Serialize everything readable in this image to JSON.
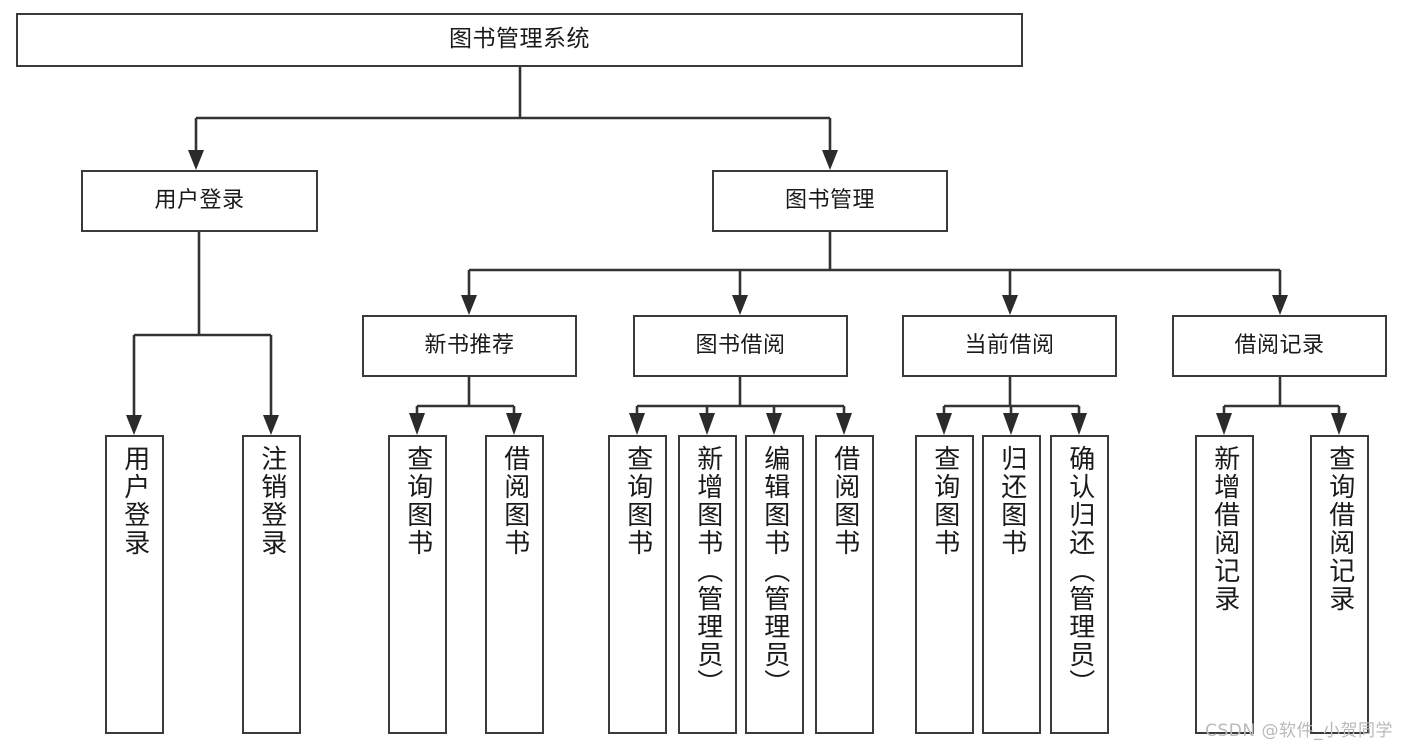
{
  "diagram": {
    "title": "图书管理系统",
    "type": "tree",
    "orientation": "top-down",
    "colors": {
      "box_border": "#3a3a3a",
      "box_fill": "#ffffff",
      "connector": "#333333",
      "text": "#1a1a1a",
      "background": "#ffffff",
      "watermark": "#b9b9b9"
    },
    "watermark": "CSDN @软件_小贺同学"
  },
  "nodes": {
    "root": {
      "label": "图书管理系统",
      "level": 1
    },
    "level2": [
      {
        "id": "user-login",
        "label": "用户登录"
      },
      {
        "id": "book-manage",
        "label": "图书管理"
      }
    ],
    "level3": [
      {
        "id": "new-book-recommend",
        "label": "新书推荐",
        "parent": "book-manage"
      },
      {
        "id": "book-borrow",
        "label": "图书借阅",
        "parent": "book-manage"
      },
      {
        "id": "current-borrow",
        "label": "当前借阅",
        "parent": "book-manage"
      },
      {
        "id": "borrow-record",
        "label": "借阅记录",
        "parent": "book-manage"
      }
    ],
    "leaves": [
      {
        "id": "leaf-user-login",
        "label": "用户登录",
        "parent": "user-login"
      },
      {
        "id": "leaf-user-logout",
        "label": "注销登录",
        "parent": "user-login"
      },
      {
        "id": "leaf-query-book-1",
        "label": "查询图书",
        "parent": "new-book-recommend"
      },
      {
        "id": "leaf-borrow-book-1",
        "label": "借阅图书",
        "parent": "new-book-recommend"
      },
      {
        "id": "leaf-query-book-2",
        "label": "查询图书",
        "parent": "book-borrow"
      },
      {
        "id": "leaf-add-book",
        "label": "新增图书（管理员）",
        "parent": "book-borrow"
      },
      {
        "id": "leaf-edit-book",
        "label": "编辑图书（管理员）",
        "parent": "book-borrow"
      },
      {
        "id": "leaf-borrow-book-2",
        "label": "借阅图书",
        "parent": "book-borrow"
      },
      {
        "id": "leaf-query-book-3",
        "label": "查询图书",
        "parent": "current-borrow"
      },
      {
        "id": "leaf-return-book",
        "label": "归还图书",
        "parent": "current-borrow"
      },
      {
        "id": "leaf-confirm-return",
        "label": "确认归还（管理员）",
        "parent": "current-borrow"
      },
      {
        "id": "leaf-add-record",
        "label": "新增借阅记录",
        "parent": "borrow-record"
      },
      {
        "id": "leaf-query-record",
        "label": "查询借阅记录",
        "parent": "borrow-record"
      }
    ]
  }
}
